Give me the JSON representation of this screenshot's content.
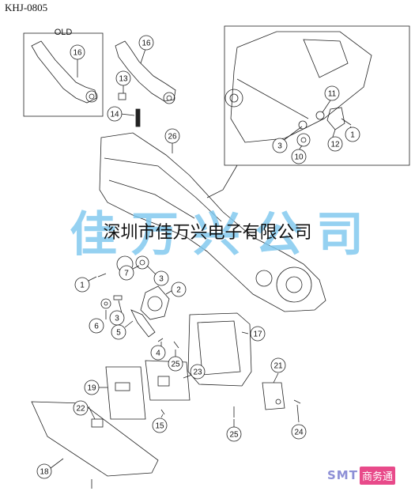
{
  "model_code": "KHJ-0805",
  "old_label": "OLD",
  "watermark_large": "佳万兴公司",
  "watermark_text": "深圳市佳万兴电子有限公司",
  "logo": {
    "latin": "SMT",
    "chinese": "商务通"
  },
  "callouts": {
    "old_16": "16",
    "new_16": "16",
    "c13": "13",
    "c14": "14",
    "c26": "26",
    "inset_11": "11",
    "inset_1": "1",
    "inset_12": "12",
    "inset_3": "3",
    "inset_10": "10",
    "c1": "1",
    "c7": "7",
    "c3a": "3",
    "c2": "2",
    "c6": "6",
    "c3b": "3",
    "c5": "5",
    "c4": "4",
    "c25a": "25",
    "c17": "17",
    "c23": "23",
    "c21": "21",
    "c19": "19",
    "c22": "22",
    "c15": "15",
    "c25b": "25",
    "c24": "24",
    "c18": "18"
  },
  "colors": {
    "watermark": "#7ec8ee",
    "logo_latin": "#8d8fd6",
    "logo_badge": "#e84a8a"
  }
}
